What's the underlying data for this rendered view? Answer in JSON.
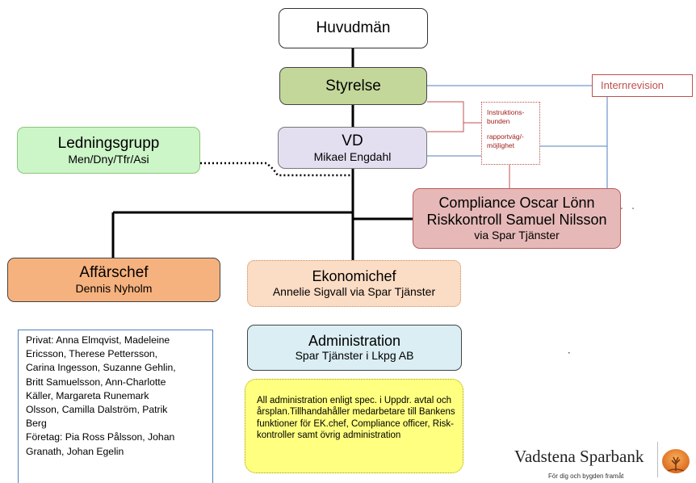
{
  "boxes": {
    "huvudman": {
      "title": "Huvudmän"
    },
    "styrelse": {
      "title": "Styrelse"
    },
    "vd": {
      "title": "VD",
      "subtitle": "Mikael Engdahl"
    },
    "ledningsgrupp": {
      "title": "Ledningsgrupp",
      "subtitle": "Men/Dny/Tfr/Asi"
    },
    "compliance": {
      "line1": "Compliance Oscar Lönn",
      "line2": "Riskkontroll Samuel Nilsson",
      "line3": "via Spar Tjänster"
    },
    "affarschef": {
      "title": "Affärschef",
      "subtitle": "Dennis Nyholm"
    },
    "ekonomichef": {
      "title": "Ekonomichef",
      "subtitle": "Annelie Sigvall via Spar Tjänster"
    },
    "administration": {
      "title": "Administration",
      "subtitle": "Spar Tjänster i Lkpg AB"
    }
  },
  "admin_note": "All administration enligt spec. i Uppdr. avtal och årsplan.Tillhandahåller medarbetare till Bankens funktioner för EK.chef, Compliance officer, Risk-kontroller samt övrig administration",
  "privat_lines": [
    "Privat: Anna Elmqvist, Madeleine",
    "Ericsson, Therese Pettersson,",
    "Carina Ingesson,  Suzanne Gehlin,",
    "Britt Samuelsson, Ann-Charlotte",
    "Käller, Margareta Runemark",
    "Olsson, Camilla Dalström, Patrik",
    "Berg",
    "Företag: Pia Ross Pålsson, Johan",
    "Granath, Johan Egelin"
  ],
  "internrevision": "Internrevision",
  "instruktion": {
    "line1": "Instruktions-",
    "line2": "bunden",
    "line3": "rapportväg/-",
    "line4": "möjlighet"
  },
  "logo": {
    "name": "Vadstena Sparbank",
    "tagline": "För dig och bygden framåt"
  },
  "colors": {
    "styrelse": "#c4d79b",
    "vd": "#e4dff0",
    "ledningsgrupp": "#ccf5c8",
    "compliance": "#e6b9b8",
    "affarschef": "#f6b27e",
    "ekonomichef": "#fbdcc4",
    "administration": "#daeef3",
    "admin_note": "#ffff80",
    "red_lines": "#c0504d",
    "blue_lines": "#4f81bd"
  }
}
